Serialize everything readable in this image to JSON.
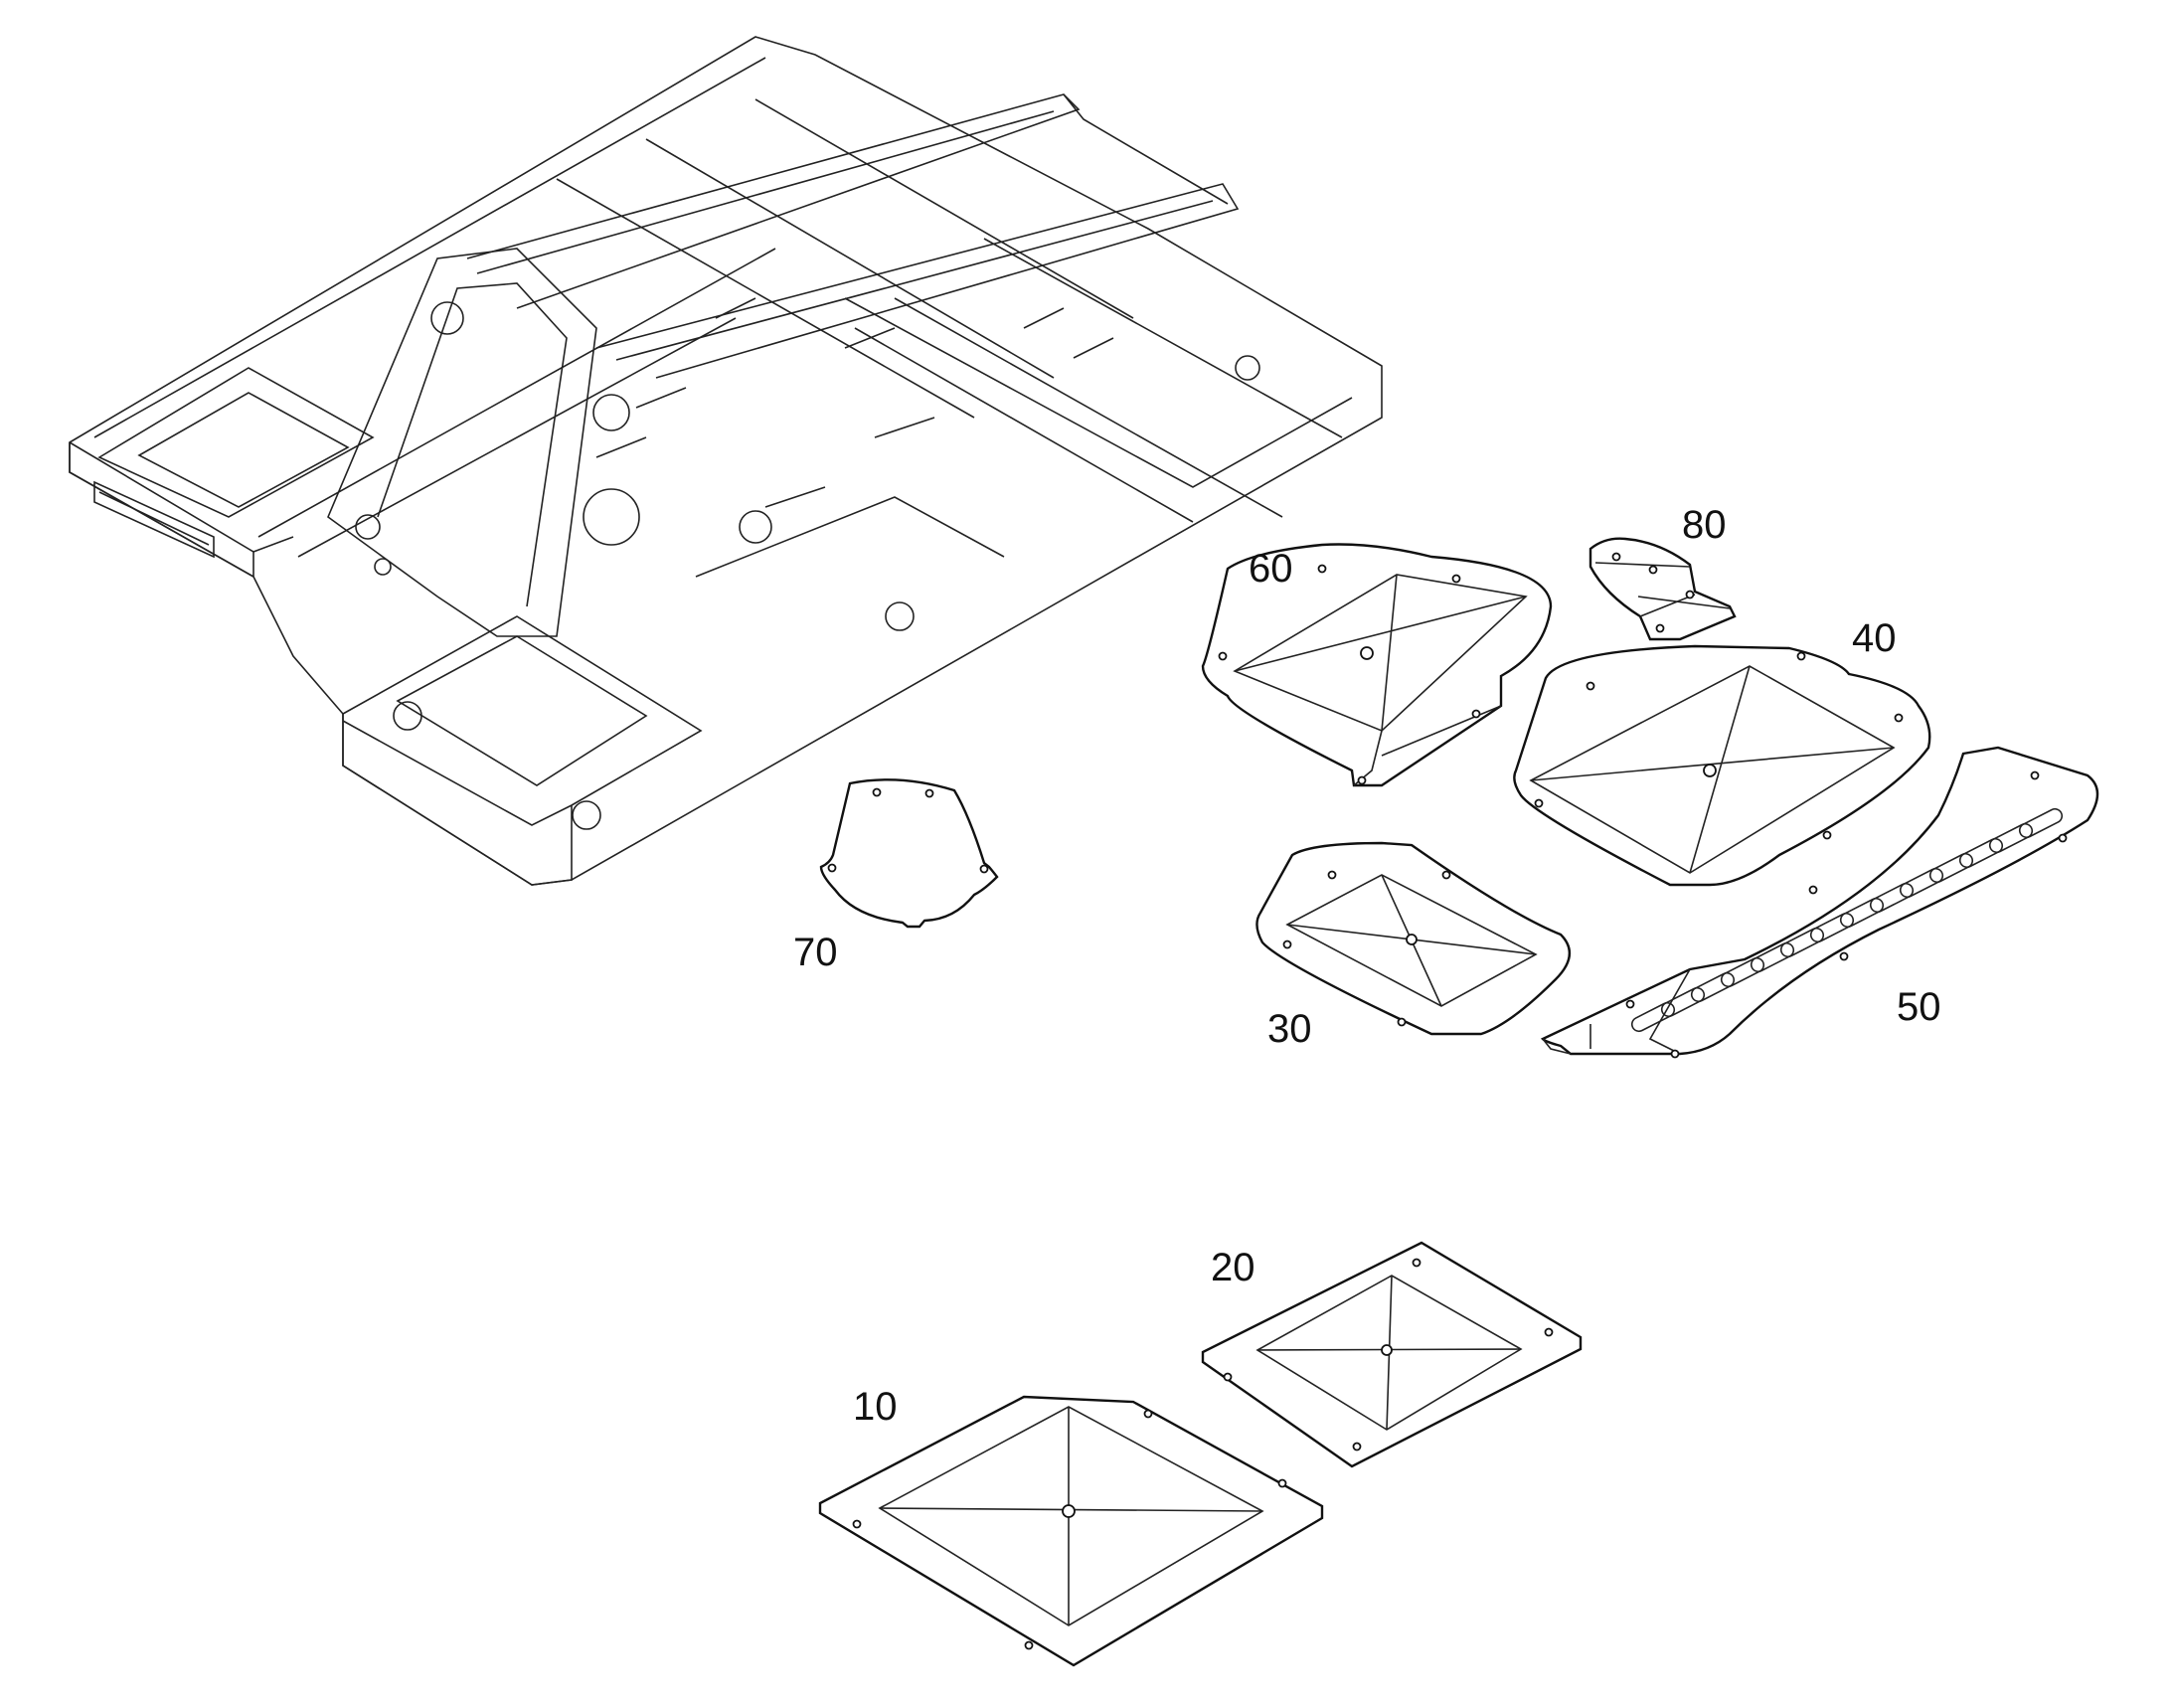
{
  "callouts": {
    "c10": "10",
    "c20": "20",
    "c30": "30",
    "c40": "40",
    "c50": "50",
    "c60": "60",
    "c70": "70",
    "c80": "80"
  }
}
